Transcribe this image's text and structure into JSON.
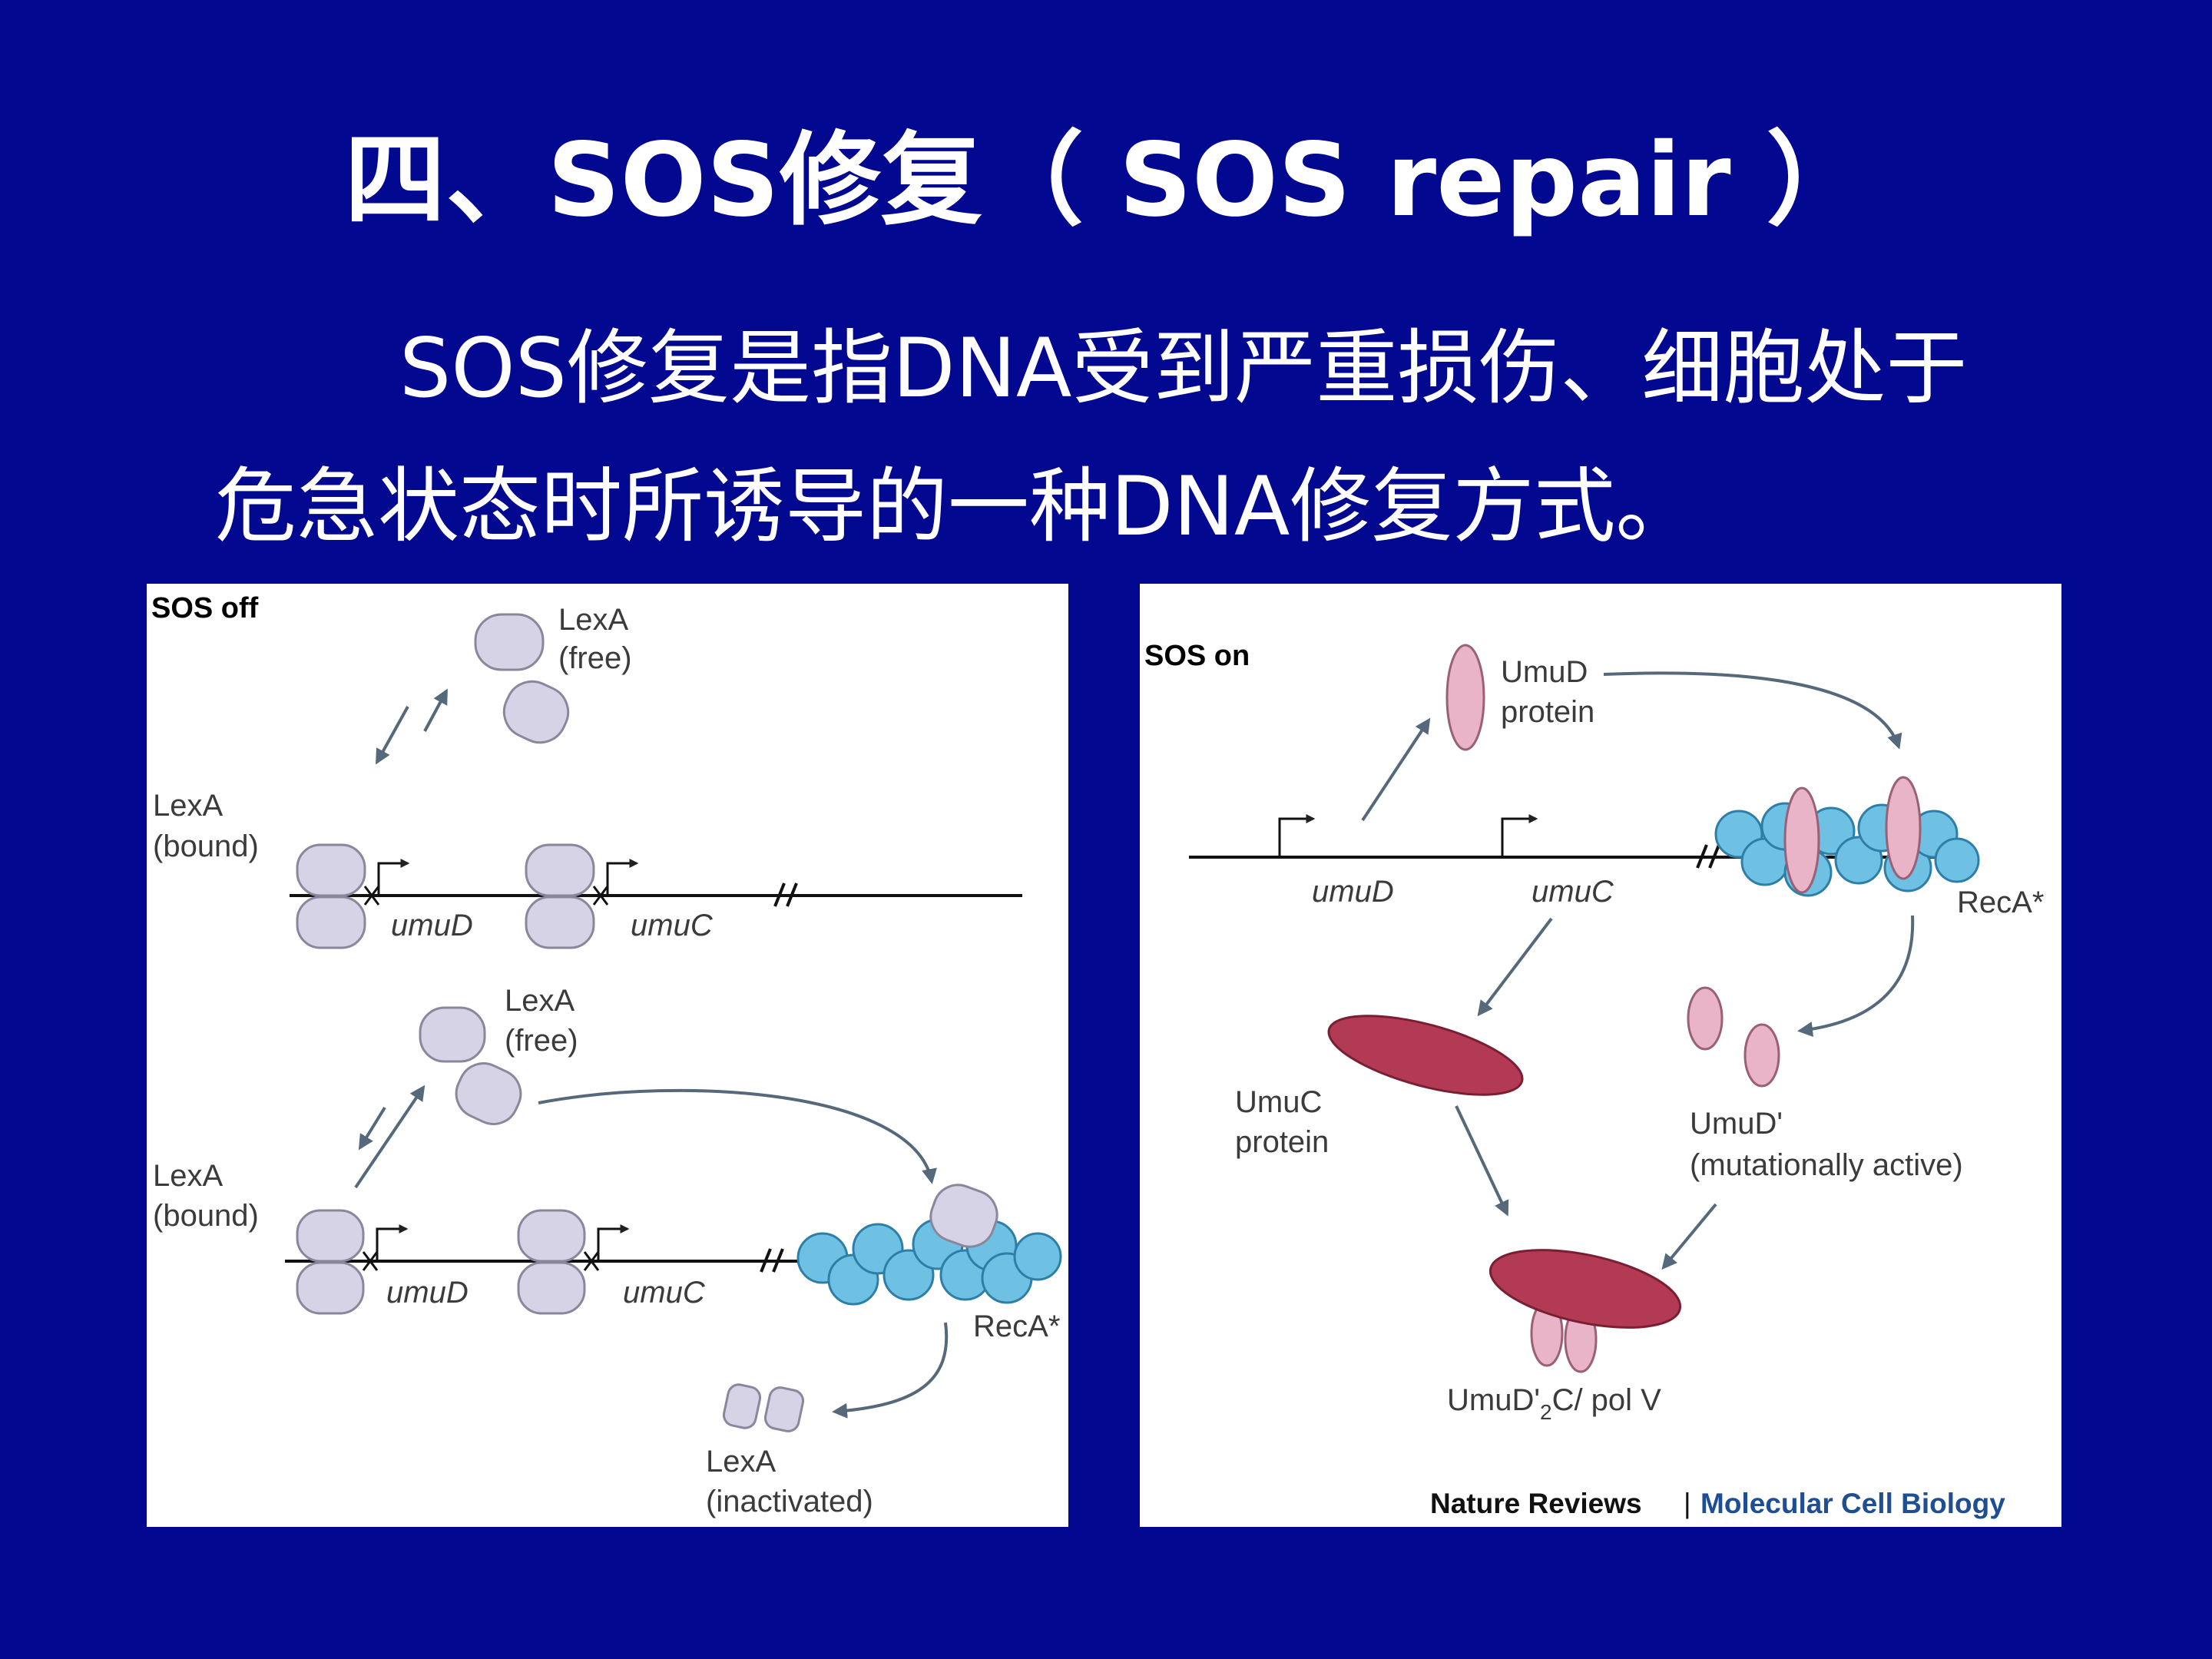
{
  "slide": {
    "title": "四、SOS修复（ SOS repair ）",
    "body_line1": "SOS修复是指DNA受到严重损伤、细胞处于",
    "body_line2": "危急状态时所诱导的一种DNA修复方式。"
  },
  "figure_left": {
    "header": "SOS off",
    "lexa_free_top": [
      "LexA",
      "(free)"
    ],
    "lexa_bound_top": [
      "LexA",
      "(bound)"
    ],
    "gene1": "umuD",
    "gene2": "umuC",
    "lexa_free_mid": [
      "LexA",
      "(free)"
    ],
    "lexa_bound_bottom": [
      "LexA",
      "(bound)"
    ],
    "gene1_b": "umuD",
    "gene2_b": "umuC",
    "reca": "RecA*",
    "lexa_inactivated": [
      "LexA",
      "(inactivated)"
    ]
  },
  "figure_right": {
    "header": "SOS on",
    "umud_protein": [
      "UmuD",
      "protein"
    ],
    "gene1": "umuD",
    "gene2": "umuC",
    "reca": "RecA*",
    "umuc_protein": [
      "UmuC",
      "protein"
    ],
    "umud_prime": [
      "UmuD'",
      "(mutationally active)"
    ],
    "complex_prefix": "UmuD'",
    "complex_sub": "2",
    "complex_suffix": "C/ pol V",
    "credit_journal": "Nature Reviews",
    "credit_sep": "|",
    "credit_section": "Molecular Cell Biology"
  },
  "colors": {
    "background": "#020890",
    "lexa_fill": "#d6d3e6",
    "reca_fill": "#6fc1e4",
    "umud_fill": "#e9b4c8",
    "umuc_fill": "#b33a55",
    "arrow": "#55697a",
    "credit_blue": "#1f4f93"
  }
}
